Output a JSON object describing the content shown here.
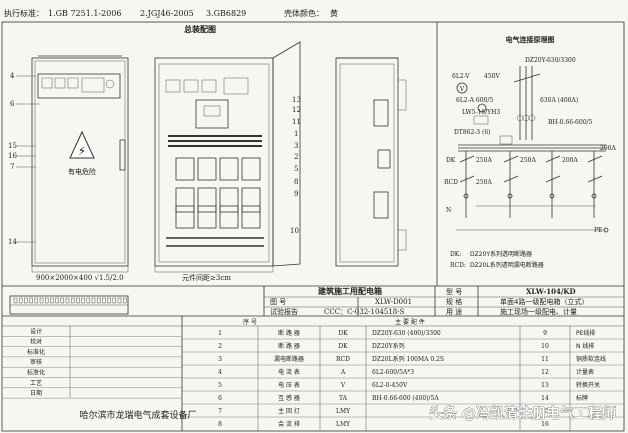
{
  "header": {
    "standards_label": "执行标准：",
    "standards": [
      "1.GB 7251.1-2006",
      "2.JGJ46-2005",
      "3.GB6829"
    ],
    "color_label": "壳体颜色：",
    "color_value": "黄"
  },
  "assembly": {
    "title": "总装配图",
    "hazard_label": "有电危险",
    "dims": "900×2000×400  √1.5/2.0",
    "spacing": "元件间距≥3cm",
    "left_callouts": [
      "4",
      "6",
      "15",
      "16",
      "7",
      "14"
    ],
    "right_callouts": [
      "13",
      "12",
      "11",
      "1",
      "3",
      "2",
      "5",
      "8",
      "9",
      "10"
    ]
  },
  "wiring": {
    "title": "电气连接原理图",
    "top_labels": [
      "6L2-V",
      "450V",
      "DZ20Y-630/3300",
      "630A (400A)",
      "6L2-A 600/5",
      "LW5-16/YH3",
      "DT862-3 (6)",
      "BH-0.66-600/5"
    ],
    "branch_ratings": [
      "250A",
      "250A",
      "200A",
      "200A"
    ],
    "dk_label": "DK",
    "rcd_label": "RCD",
    "n_label": "N",
    "pe_label": "PE",
    "legend": [
      {
        "code": "DK:",
        "text": "DZ20Y系列透明断路器"
      },
      {
        "code": "RCD:",
        "text": "DZ20L系列透明漏电断路器"
      }
    ]
  },
  "title_block": {
    "title": "建筑施工用配电箱",
    "drawing_no_label": "图   号",
    "drawing_no": "XLW-D001",
    "model_label": "型   号",
    "model": "XLW-104/KD",
    "spec_label": "规   格",
    "spec": "单面4路一级配电箱（立式）",
    "cert_label": "试验报告",
    "cert": "CCC：C-032-104518-S",
    "use_label": "用   途",
    "use": "施工现场一级配电、计量"
  },
  "parts": {
    "headers": [
      "序   号",
      "主   要   配   件"
    ],
    "rows": [
      {
        "no": "1",
        "name": "断 路 器",
        "code": "DK",
        "spec": "DZ20Y-630 (400)/3300",
        "no2": "9",
        "name2": "PE线排"
      },
      {
        "no": "2",
        "name": "断 路 器",
        "code": "DK",
        "spec": "DZ20Y系列",
        "no2": "10",
        "name2": "N 线排"
      },
      {
        "no": "3",
        "name": "漏电断路器",
        "code": "RCD",
        "spec": "DZ20L系列  100MA 0.2S",
        "no2": "11",
        "name2": "铜质软连线"
      },
      {
        "no": "4",
        "name": "电 流 表",
        "code": "A",
        "spec": "6L2-600/5A*3",
        "no2": "12",
        "name2": "计量表"
      },
      {
        "no": "5",
        "name": "电 压 表",
        "code": "V",
        "spec": "6L2-0-450V",
        "no2": "13",
        "name2": "转换开关"
      },
      {
        "no": "6",
        "name": "互 感 器",
        "code": "TA",
        "spec": "BH-0.66-600 (400)/5A",
        "no2": "14",
        "name2": "标牌"
      },
      {
        "no": "7",
        "name": "主 回 灯",
        "code": "LMY",
        "spec": "",
        "no2": "15",
        "name2": ""
      },
      {
        "no": "8",
        "name": "会 流 排",
        "code": "LMY",
        "spec": "",
        "no2": "16",
        "name2": ""
      }
    ],
    "left_col": [
      "设计",
      "校对",
      "标准化",
      "审核",
      "标准化",
      "工艺",
      "日期"
    ]
  },
  "company": "哈尔滨市龙瑞电气成套设备厂",
  "watermark": "头条 @冯凯清注册电气工程师"
}
